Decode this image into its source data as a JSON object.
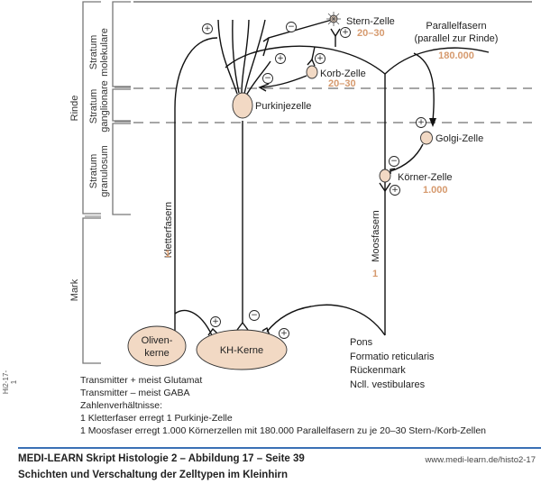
{
  "figure": {
    "regions": {
      "rinde": "Rinde",
      "mark": "Mark"
    },
    "layers": [
      {
        "line1": "Stratum",
        "line2": "molekulare"
      },
      {
        "line1": "Stratum",
        "line2": "ganglionare"
      },
      {
        "line1": "Stratum",
        "line2": "granulosum"
      }
    ],
    "cells": {
      "stern": {
        "label": "Stern-Zelle",
        "count": "20–30"
      },
      "korb": {
        "label": "Korb-Zelle",
        "count": "20–30"
      },
      "purkinje": {
        "label": "Purkinjezelle"
      },
      "golgi": {
        "label": "Golgi-Zelle"
      },
      "koerner": {
        "label": "Körner-Zelle",
        "count": "1.000"
      },
      "oliven": {
        "line1": "Oliven-",
        "line2": "kerne"
      },
      "kh": {
        "label": "KH-Kerne"
      }
    },
    "fibers": {
      "parallel": {
        "line1": "Parallelfasern",
        "line2": "(parallel zur Rinde)",
        "count": "180.000"
      },
      "kletter": {
        "label": "Kletterfasern",
        "count": "1"
      },
      "moos": {
        "label": "Moosfasern",
        "count": "1"
      }
    },
    "signs": {
      "plus": "+",
      "minus": "−"
    },
    "sources": [
      "Pons",
      "Formatio reticularis",
      "Rückenmark",
      "Ncll. vestibulares"
    ],
    "legend": [
      "Transmitter + meist Glutamat",
      "Transmitter – meist GABA",
      "Zahlenverhältnisse:",
      "1 Kletterfaser erregt 1 Purkinje-Zelle",
      "1 Moosfaser erregt 1.000 Körnerzellen mit 180.000 Parallelfasern zu je 20–30 Stern-/Korb-Zellen"
    ],
    "side_id": "Hi2-17-1"
  },
  "footer": {
    "title": "MEDI-LEARN Skript Histologie 2 – Abbildung 17 – Seite 39",
    "subtitle": "Schichten und Verschaltung der Zelltypen im Kleinhirn",
    "url": "www.medi-learn.de/histo2-17"
  },
  "colors": {
    "count_accent": "#d69a6e",
    "cell_fill": "#f2d9c4",
    "footer_rule": "#3a70b5"
  }
}
